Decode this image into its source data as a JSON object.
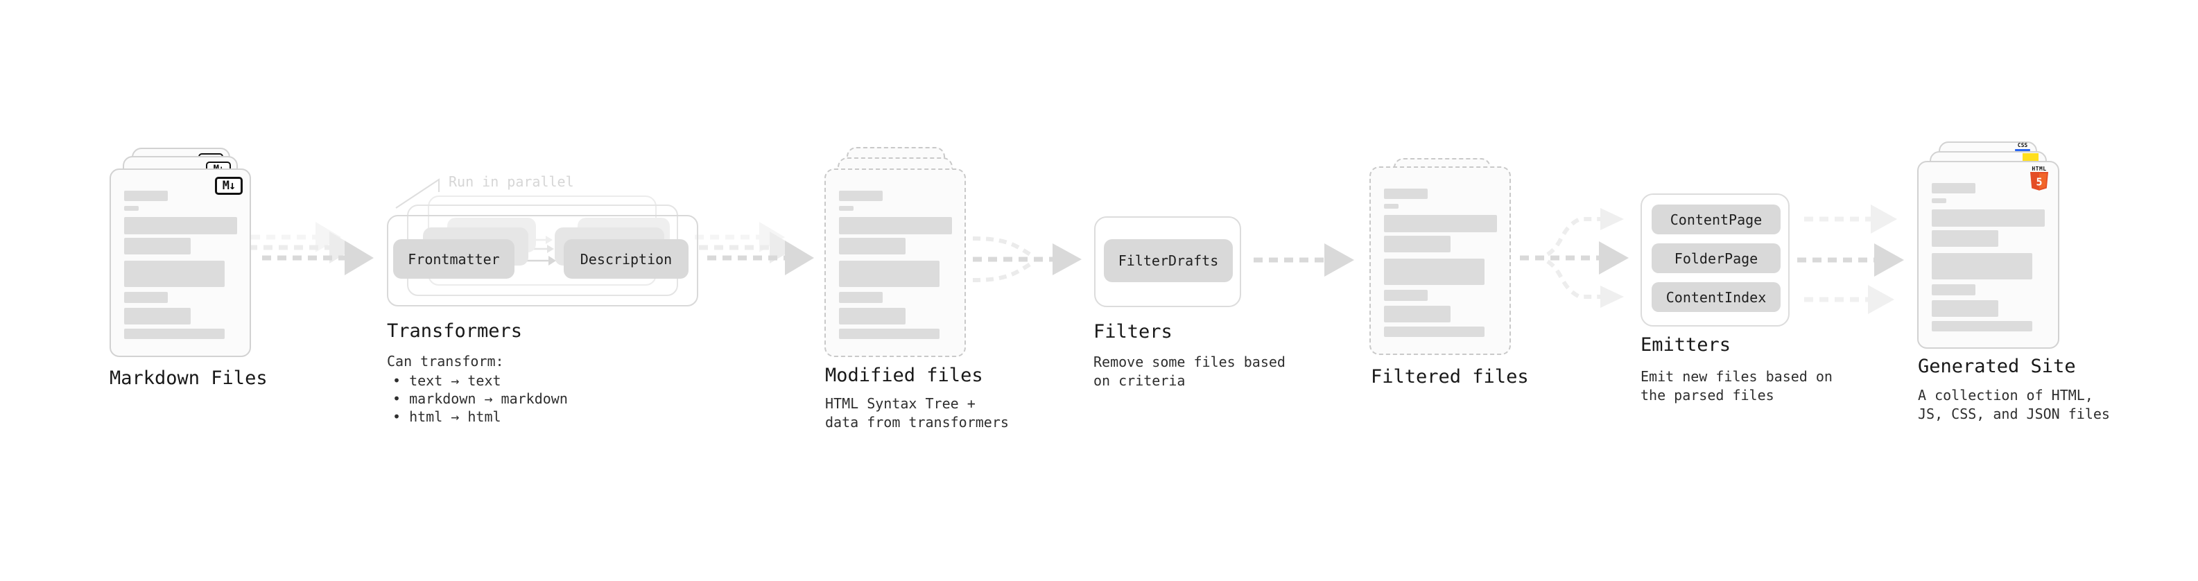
{
  "diagram": {
    "markdown": {
      "title": "Markdown Files",
      "badge": "M↓"
    },
    "transformers": {
      "note": "Run in parallel",
      "pill_left": "Frontmatter",
      "pill_right": "Description",
      "title": "Transformers",
      "desc_heading": "Can transform:",
      "bullets": "• text → text\n• markdown → markdown\n• html → html"
    },
    "modified": {
      "title": "Modified files",
      "desc": "HTML Syntax Tree +\ndata from transformers"
    },
    "filters": {
      "pill": "FilterDrafts",
      "title": "Filters",
      "desc": "Remove some files based\non criteria"
    },
    "filtered": {
      "title": "Filtered files"
    },
    "emitters": {
      "pills": [
        "ContentPage",
        "FolderPage",
        "ContentIndex"
      ],
      "title": "Emitters",
      "desc": "Emit new files based on\nthe parsed files"
    },
    "generated": {
      "title": "Generated Site",
      "desc": "A collection of HTML,\nJS, CSS, and JSON files",
      "badge_css": "CSS",
      "badge_html_label": "HTML",
      "badge_html_number": "5"
    }
  },
  "colors": {
    "html5_orange": "#e44d26",
    "html5_orange_light": "#f16529",
    "js_yellow": "#ffdf1e",
    "css_blue": "#2965f1",
    "arrow_dark": "#d9d9d9",
    "arrow_light": "#efefef",
    "bar_gray": "#dcdcdc",
    "pill_gray": "#d9d9d9"
  }
}
